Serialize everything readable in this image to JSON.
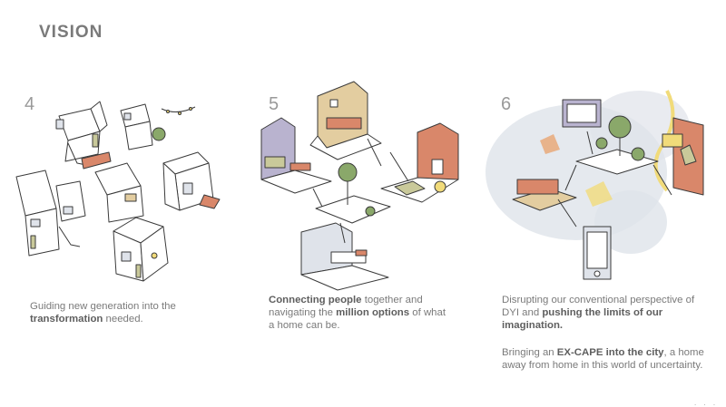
{
  "slide": {
    "title": "VISION",
    "more_indicator": ". . ."
  },
  "panels": [
    {
      "number": "4",
      "caption": [
        {
          "text": "Guiding new generation into the ",
          "bold": false
        },
        {
          "text": "transformation",
          "bold": true
        },
        {
          "text": " needed.",
          "bold": false
        }
      ]
    },
    {
      "number": "5",
      "caption": [
        {
          "text": "Connecting people",
          "bold": true
        },
        {
          "text": " together and navigating the ",
          "bold": false
        },
        {
          "text": "million options",
          "bold": true
        },
        {
          "text": " of what a home can be.",
          "bold": false
        }
      ]
    },
    {
      "number": "6",
      "caption": [
        {
          "text": "Disrupting our conventional perspective of DYI  and ",
          "bold": false
        },
        {
          "text": "pushing the limits of our imagination.",
          "bold": true
        }
      ],
      "caption2": [
        {
          "text": "Bringing an ",
          "bold": false
        },
        {
          "text": "EX-CAPE into the city",
          "bold": true
        },
        {
          "text": ", a home away from home in this world of uncertainty.",
          "bold": false
        }
      ]
    }
  ],
  "colors": {
    "line": "#3a3a3a",
    "sage": "#c9c99a",
    "terracotta": "#d9876a",
    "lavender": "#b9b3cf",
    "tan": "#e3cda0",
    "green": "#8aa86a",
    "sky": "#c7d5e6",
    "mist": "#dfe3ea",
    "yellow": "#f1db7a",
    "orange": "#e8a572"
  }
}
